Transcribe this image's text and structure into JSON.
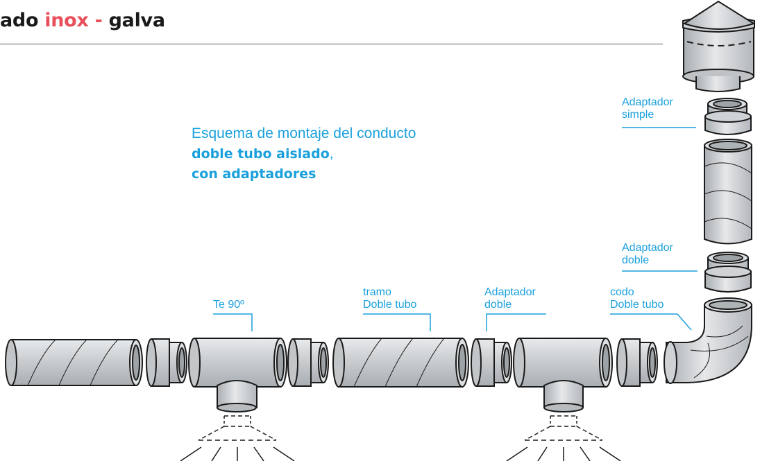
{
  "header": {
    "title_prefix": "ado ",
    "title_accent": "inox - ",
    "title_suffix": "galva"
  },
  "caption": {
    "line1": "Esquema de montaje del conducto",
    "line2_bold": "doble tubo aislado",
    "line2_tail": ",",
    "line3_bold": "con adaptadores"
  },
  "labels": {
    "adaptador_simple": [
      "Adaptador",
      "simple"
    ],
    "adaptador_doble_vertical": [
      "Adaptador",
      "doble"
    ],
    "te_90": [
      "Te 90º"
    ],
    "tramo_doble_tubo": [
      "tramo",
      "Doble tubo"
    ],
    "adaptador_doble_horizontal": [
      "Adaptador",
      "doble"
    ],
    "codo_doble_tubo": [
      "codo",
      "Doble tubo"
    ]
  },
  "colors": {
    "accent_red": "#e8505b",
    "callout_blue": "#1aa0dc",
    "pipe_fill": "#c9cdd0",
    "outline": "#1a1a1a"
  }
}
